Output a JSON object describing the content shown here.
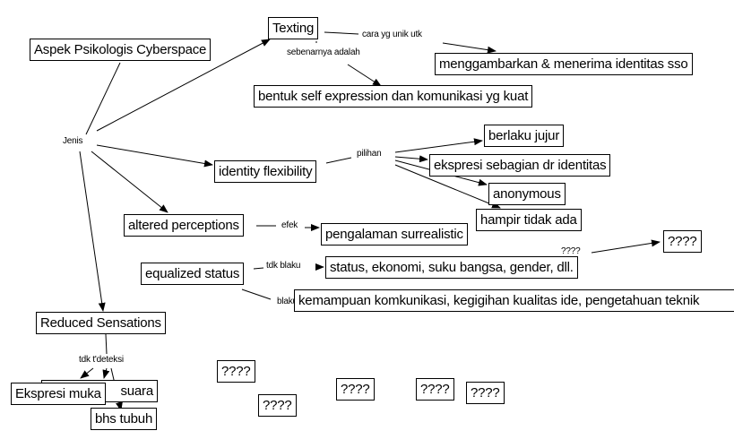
{
  "map": {
    "root": "Aspek Psikologis Cyberspace",
    "nodes": {
      "texting": "Texting",
      "menggambarkan": "menggambarkan & menerima identitas sso",
      "bentuk": "bentuk self expression dan komunikasi yg kuat",
      "identity_flexibility": "identity flexibility",
      "berlaku_jujur": "berlaku jujur",
      "ekspresi_sebagian": "ekspresi sebagian dr identitas",
      "anonymous": "anonymous",
      "hampir_tidak_ada": "hampir tidak ada",
      "altered_perceptions": "altered perceptions",
      "pengalaman_surrealistic": "pengalaman surrealistic",
      "unknown_right": "????",
      "equalized_status": "equalized status",
      "status_list": "status, ekonomi, suku bangsa, gender, dll.",
      "kemampuan_list": "kemampuan komkunikasi, kegigihan kualitas ide, pengetahuan teknik",
      "reduced_sensations": "Reduced Sensations",
      "suara": "suara",
      "ekspresi_muka": "Ekspresi muka",
      "bhs_tubuh": "bhs tubuh",
      "unknown_1": "????",
      "unknown_2": "????",
      "unknown_3": "????",
      "unknown_4": "????",
      "unknown_5": "????"
    },
    "link_labels": {
      "jenis": "Jenis",
      "cara_yg_unik_utk": "cara yg unik utk",
      "sebenarnya_adalah": "sebenarnya adalah",
      "pilihan": "pilihan",
      "efek": "efek",
      "unknown_link": "????",
      "tdk_blaku": "tdk blaku",
      "blaku": "blaku",
      "tdk_tdeteksi": "tdk t'deteksi"
    }
  }
}
